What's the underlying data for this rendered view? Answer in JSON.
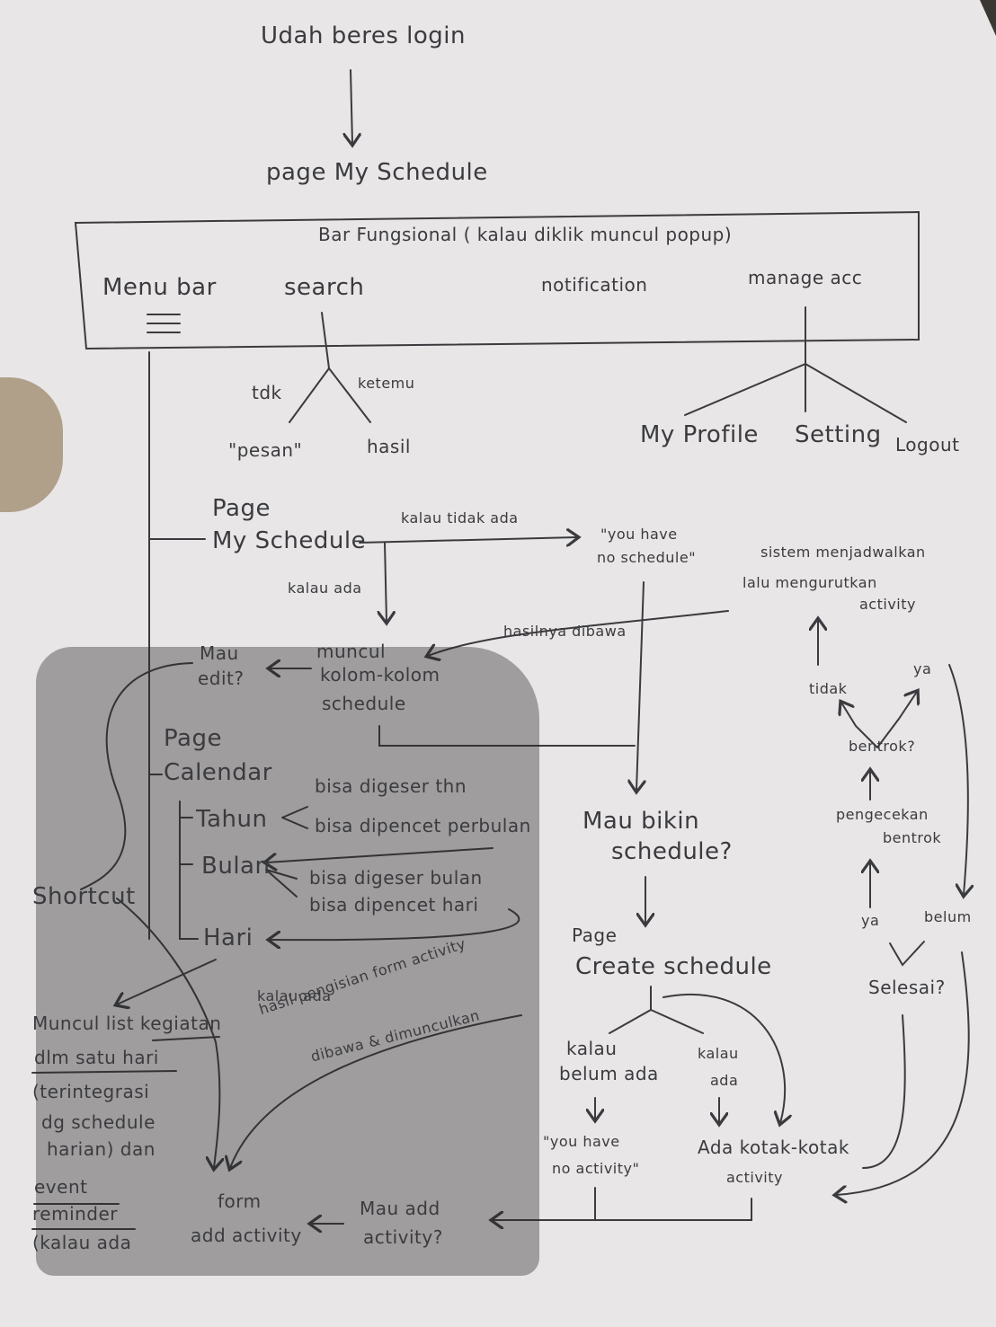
{
  "start": "Udah beres login",
  "page_my_schedule_top": "page My Schedule",
  "bar": {
    "title": "Bar Fungsional ( kalau diklik muncul popup)",
    "menu_bar": "Menu bar",
    "search": "search",
    "notification": "notification",
    "manage_acc": "manage acc"
  },
  "search_results": {
    "tdk": "tdk",
    "ketemu": "ketemu",
    "pesan": "\"pesan\"",
    "hasil": "hasil"
  },
  "account_menu": {
    "my_profile": "My Profile",
    "setting": "Setting",
    "logout": "Logout"
  },
  "schedule": {
    "page_line1": "Page",
    "page_line2": "My Schedule",
    "kalau_tidak_ada": "kalau tidak ada",
    "no_schedule_line1": "\"you have",
    "no_schedule_line2": "no schedule\"",
    "kalau_ada": "kalau ada",
    "muncul_line1": "muncul",
    "muncul_line2": "kolom-kolom",
    "muncul_line3": "schedule",
    "mau_edit_line1": "Mau",
    "mau_edit_line2": "edit?",
    "hasilnya_dibawa": "hasilnya dibawa"
  },
  "system": {
    "line1": "sistem menjadwalkan",
    "line2": "lalu mengurutkan",
    "line3": "activity",
    "tidak": "tidak",
    "ya": "ya",
    "bentrok": "bentrok?",
    "pengecekan_line1": "pengecekan",
    "pengecekan_line2": "bentrok",
    "ya2": "ya",
    "belum": "belum",
    "selesai": "Selesai?"
  },
  "calendar": {
    "page_line1": "Page",
    "page_line2": "Calendar",
    "tahun": "Tahun",
    "bisa_digeser_thn": "bisa digeser thn",
    "bisa_dipencet_perbulan": "bisa dipencet perbulan",
    "bulan": "Bulan",
    "bisa_digeser_bulan": "bisa digeser bulan",
    "bisa_dipencet_hari": "bisa dipencet hari",
    "hari": "Hari",
    "shortcut": "Shortcut"
  },
  "create": {
    "mau_bikin_line1": "Mau bikin",
    "mau_bikin_line2": "schedule?",
    "page_line1": "Page",
    "page_line2": "Create schedule",
    "kalau_belum_line1": "kalau",
    "kalau_belum_line2": "belum ada",
    "kalau_ada_line1": "kalau",
    "kalau_ada_line2": "ada",
    "no_activity_line1": "\"you have",
    "no_activity_line2": "no activity\"",
    "ada_kotak_line1": "Ada kotak-kotak",
    "ada_kotak_line2": "activity",
    "mau_add_line1": "Mau add",
    "mau_add_line2": "activity?",
    "form_line1": "form",
    "form_line2": "add activity",
    "hasil_pengisian": "hasil pengisian form activity",
    "dibawa_dimunculkan": "dibawa & dimunculkan"
  },
  "daily": {
    "kalau_ada": "kalau ada",
    "line1": "Muncul list kegiatan",
    "line2": "dlm satu hari",
    "line3": "(terintegrasi",
    "line4": "dg schedule",
    "line5": "harian) dan",
    "line6": "event",
    "line7": "reminder",
    "line8": "(kalau ada"
  }
}
